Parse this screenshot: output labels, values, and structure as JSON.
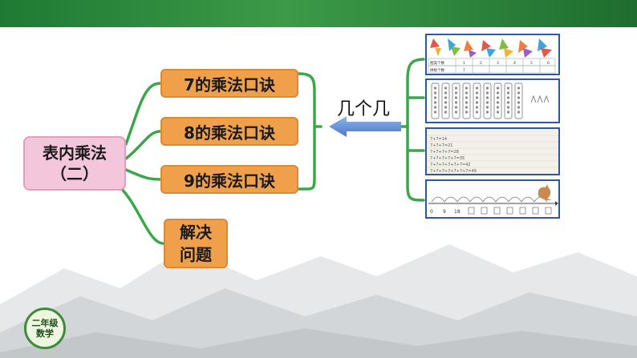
{
  "main_topic": {
    "line1": "表内乘法",
    "line2": "（二）"
  },
  "branches": [
    {
      "label": "7的乘法口诀"
    },
    {
      "label": "8的乘法口诀"
    },
    {
      "label": "9的乘法口诀"
    }
  ],
  "solve_box": {
    "line1": "解决",
    "line2": "问题"
  },
  "concept_label": "几个几",
  "thumb_tangram": {
    "row1": [
      "图案个数",
      "1",
      "2",
      "3",
      "4",
      "5",
      "6"
    ],
    "row2": [
      "拼板个数",
      "7"
    ]
  },
  "thumb_addition": {
    "equations": [
      "7+7=14",
      "7+7+7=21",
      "7+7+7+7=28",
      "7+7+7+7+7=35",
      "7+7+7+7+7+7=42",
      "7+7+7+7+7+7+7=49"
    ]
  },
  "thumb_numberline": {
    "labels": [
      "0",
      "9",
      "18"
    ]
  },
  "badge": {
    "line1": "二年级",
    "line2": "数学"
  },
  "colors": {
    "header": "#2f8a3e",
    "branch_line": "#3aa84a",
    "orange": "#f0a04b",
    "pink": "#f4c6dc",
    "thumb_border": "#2c57a8"
  }
}
